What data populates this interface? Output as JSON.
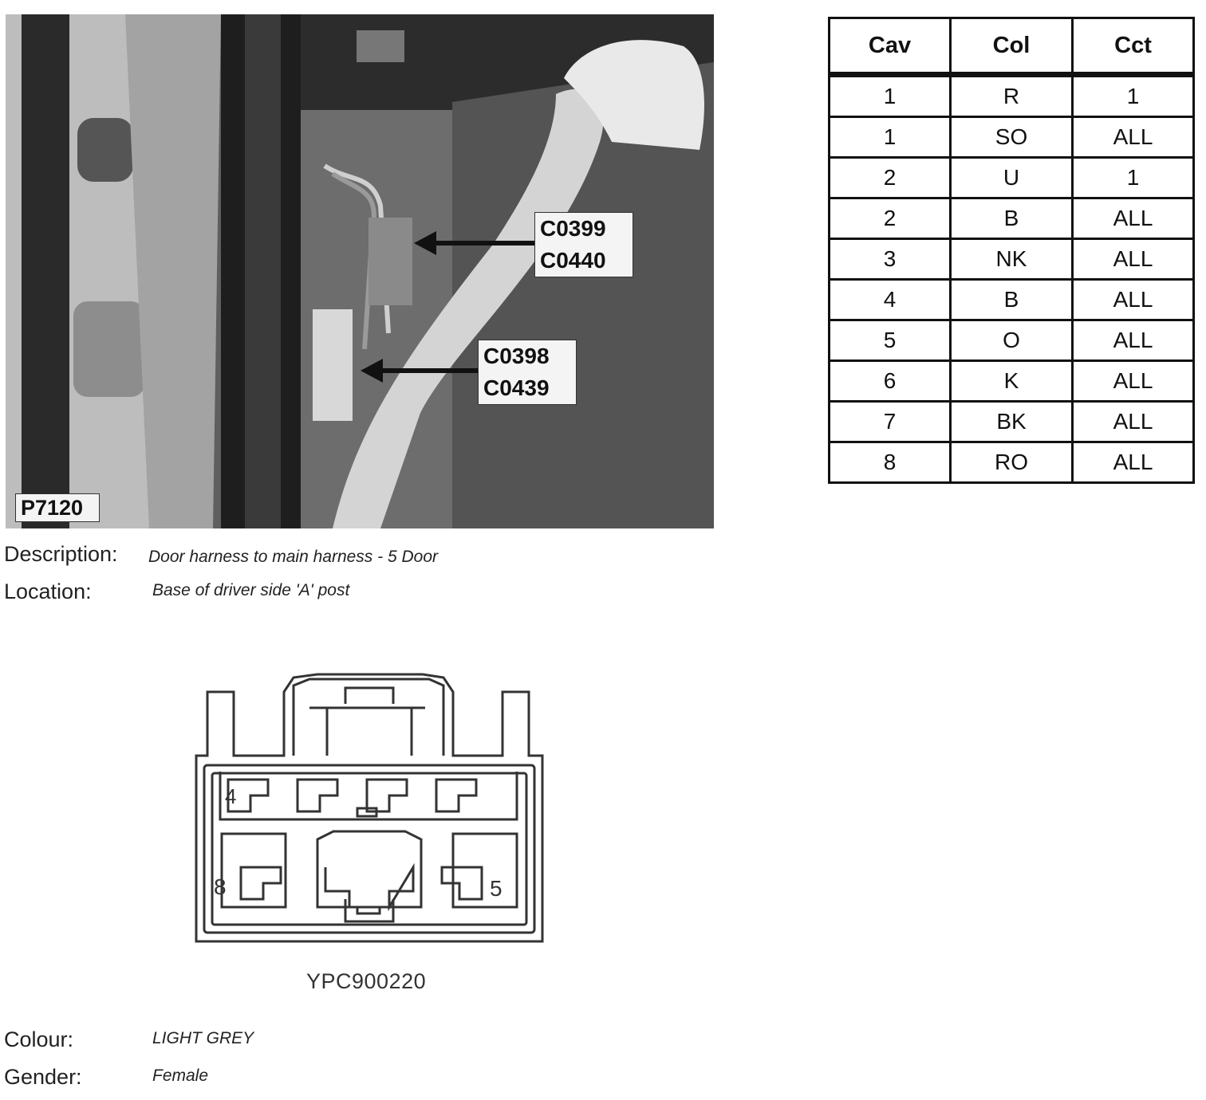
{
  "photo": {
    "id_label": "P7120",
    "callouts": [
      {
        "lines": [
          "C0399",
          "C0440"
        ]
      },
      {
        "lines": [
          "C0398",
          "C0439"
        ]
      }
    ]
  },
  "table": {
    "headers": [
      "Cav",
      "Col",
      "Cct"
    ],
    "rows": [
      [
        "1",
        "R",
        "1"
      ],
      [
        "1",
        "SO",
        "ALL"
      ],
      [
        "2",
        "U",
        "1"
      ],
      [
        "2",
        "B",
        "ALL"
      ],
      [
        "3",
        "NK",
        "ALL"
      ],
      [
        "4",
        "B",
        "ALL"
      ],
      [
        "5",
        "O",
        "ALL"
      ],
      [
        "6",
        "K",
        "ALL"
      ],
      [
        "7",
        "BK",
        "ALL"
      ],
      [
        "8",
        "RO",
        "ALL"
      ]
    ]
  },
  "description": {
    "label": "Description:",
    "value": "Door harness to main harness - 5 Door"
  },
  "location": {
    "label": "Location:",
    "value": "Base of driver side 'A' post"
  },
  "connector": {
    "part_number": "YPC900220",
    "pin_labels": {
      "top_left": "4",
      "bottom_left": "8",
      "bottom_right": "5"
    }
  },
  "colour": {
    "label": "Colour:",
    "value": "LIGHT GREY"
  },
  "gender": {
    "label": "Gender:",
    "value": "Female"
  }
}
